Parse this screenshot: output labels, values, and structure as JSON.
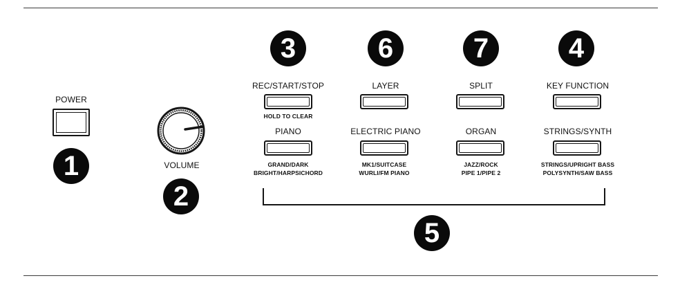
{
  "markers": {
    "m1": "1",
    "m2": "2",
    "m3": "3",
    "m4": "4",
    "m5": "5",
    "m6": "6",
    "m7": "7"
  },
  "power": {
    "label": "POWER"
  },
  "volume": {
    "label": "VOLUME",
    "knob_icon": "volume-knob-icon"
  },
  "top_row": [
    {
      "label": "REC/START/STOP",
      "sub": "HOLD TO CLEAR"
    },
    {
      "label": "LAYER"
    },
    {
      "label": "SPLIT"
    },
    {
      "label": "KEY FUNCTION"
    }
  ],
  "voice_row": [
    {
      "label": "PIANO",
      "sub1": "GRAND/DARK",
      "sub2": "BRIGHT/HARPSICHORD"
    },
    {
      "label": "ELECTRIC PIANO",
      "sub1": "MK1/SUITCASE",
      "sub2": "WURLI/FM PIANO"
    },
    {
      "label": "ORGAN",
      "sub1": "JAZZ/ROCK",
      "sub2": "PIPE 1/PIPE 2"
    },
    {
      "label": "STRINGS/SYNTH",
      "sub1": "STRINGS/UPRIGHT BASS",
      "sub2": "POLYSYNTH/SAW BASS"
    }
  ]
}
